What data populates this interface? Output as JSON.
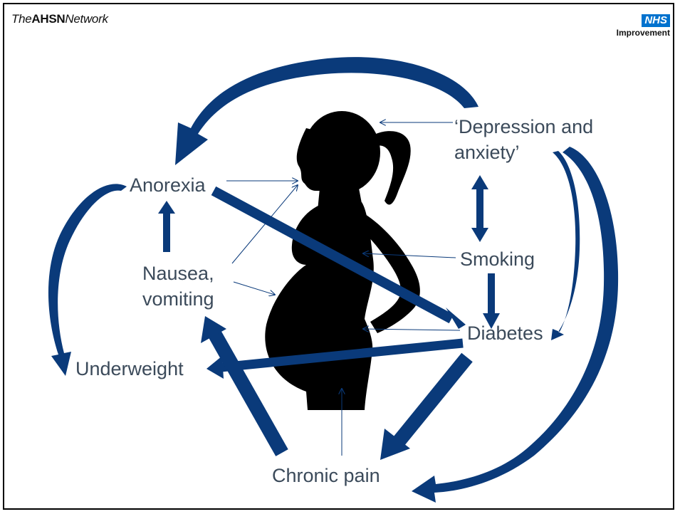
{
  "header": {
    "brand_prefix": "The",
    "brand_bold": "AHSN",
    "brand_suffix": "Network",
    "logo_badge": "NHS",
    "logo_subtitle": "Improvement"
  },
  "nodes": {
    "depression_line1": "‘Depression and",
    "depression_line2": "anxiety’",
    "anorexia": "Anorexia",
    "smoking": "Smoking",
    "nausea_line1": "Nausea,",
    "nausea_line2": "vomiting",
    "diabetes": "Diabetes",
    "underweight": "Underweight",
    "chronic_pain": "Chronic pain"
  },
  "colors": {
    "arrow": "#0a3a7a",
    "silhouette": "#000000",
    "text": "#3b4a5a"
  }
}
